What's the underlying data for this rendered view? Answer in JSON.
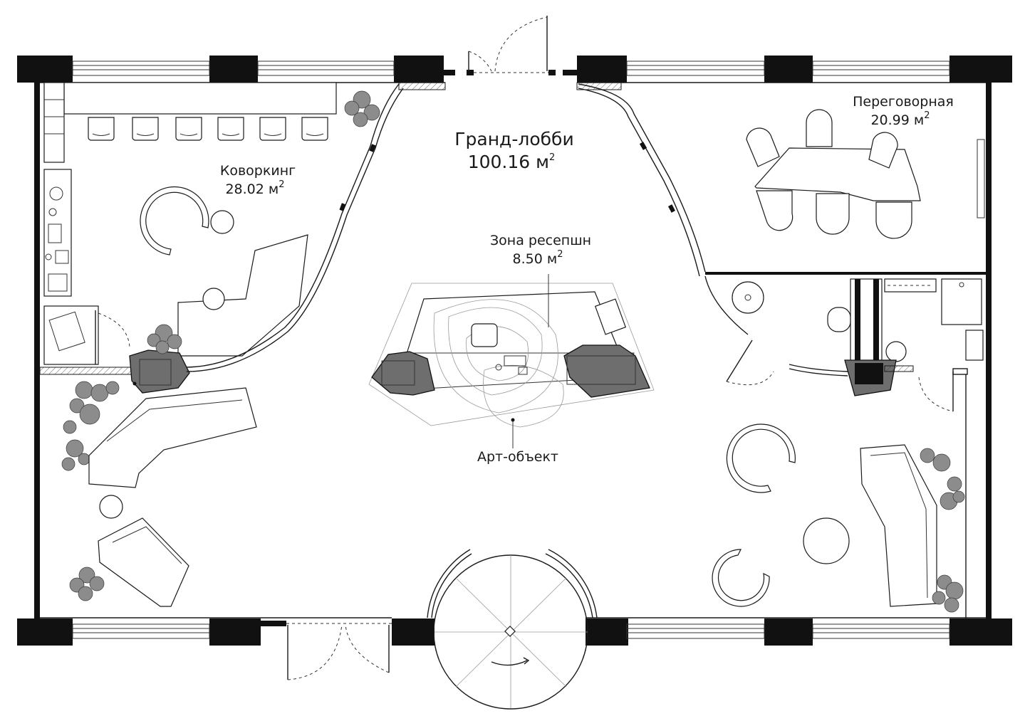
{
  "rooms": {
    "coworking": {
      "name": "Коворкинг",
      "area": "28.02 м",
      "sup": "2"
    },
    "lobby": {
      "name": "Гранд-лобби",
      "area": "100.16 м",
      "sup": "2"
    },
    "meeting": {
      "name": "Переговорная",
      "area": "20.99 м",
      "sup": "2"
    },
    "reception": {
      "name": "Зона ресепшн",
      "area": "8.50 м",
      "sup": "2"
    }
  },
  "annotations": {
    "art_object": "Арт-объект"
  },
  "colors": {
    "wall": "#111111",
    "furniture_dark": "#6e6e6e",
    "plant": "#8c8c8c",
    "line": "#1a1a1a"
  }
}
